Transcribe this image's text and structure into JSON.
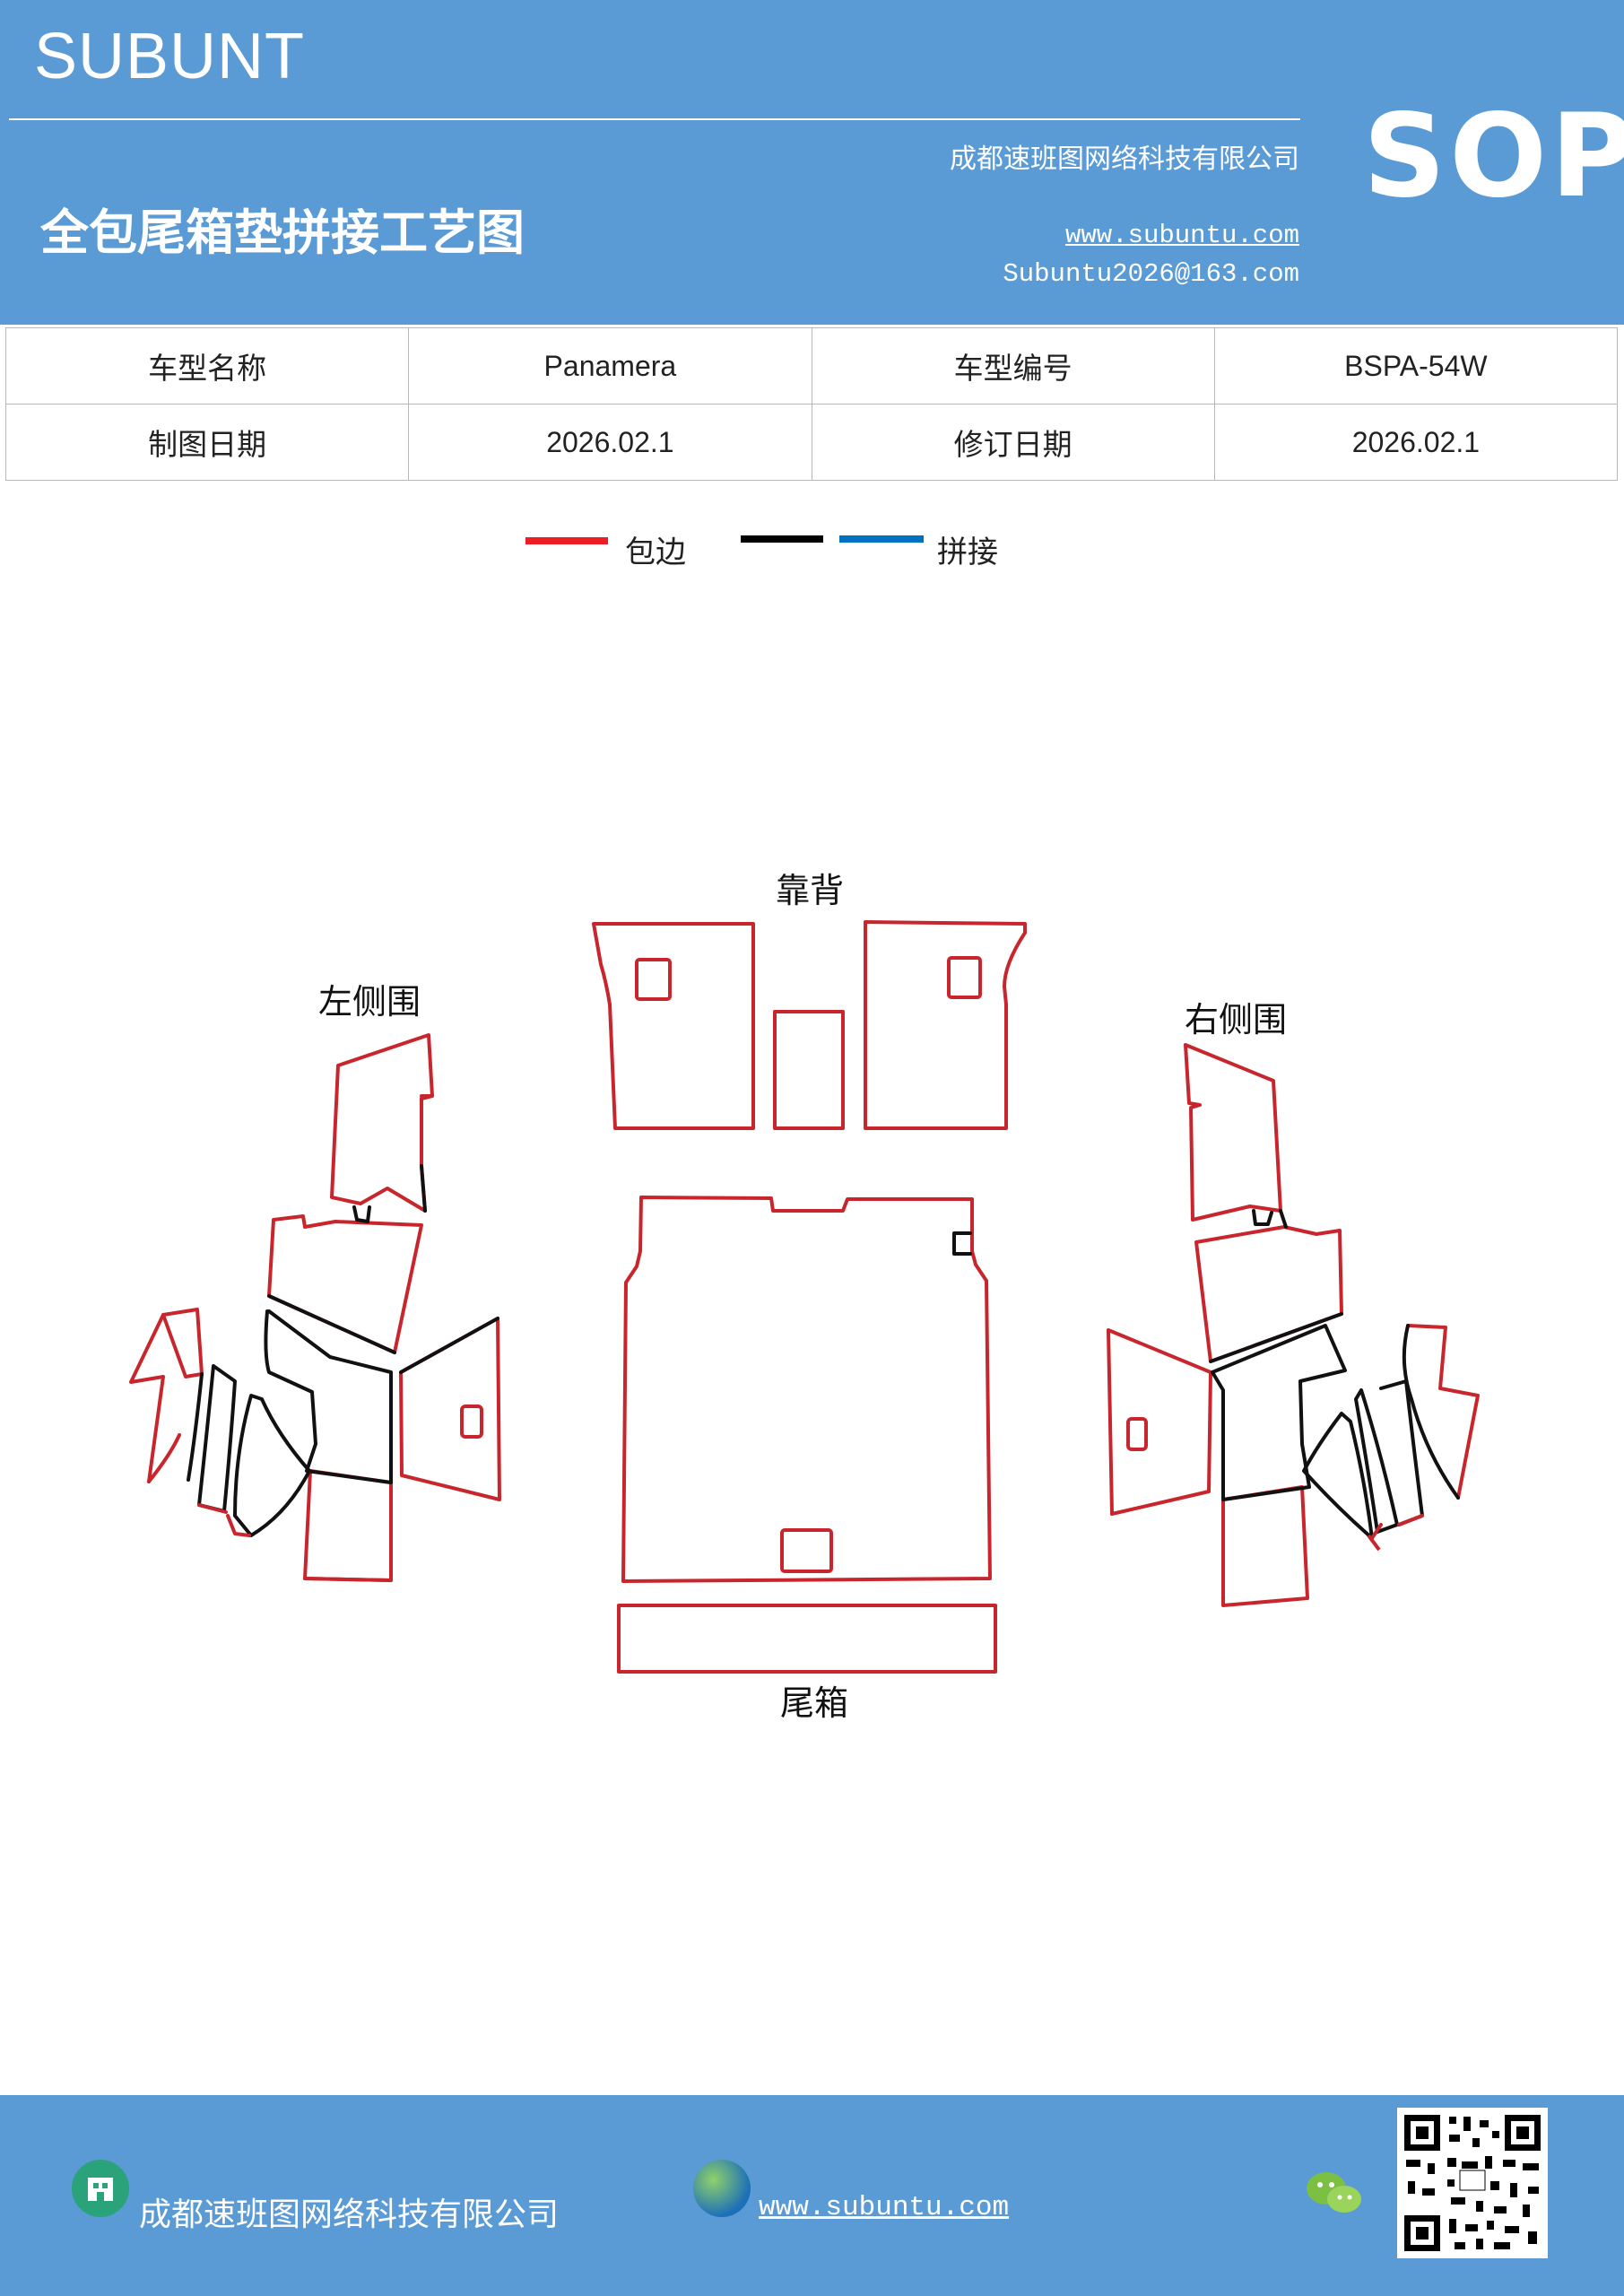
{
  "header": {
    "brand": "SUBUNT",
    "title": "全包尾箱垫拼接工艺图",
    "company": "成都速班图网络科技有限公司",
    "website": "www.subuntu.com",
    "email": "Subuntu2026@163.com",
    "badge": "SOP"
  },
  "info_table": {
    "rows": [
      [
        "车型名称",
        "Panamera",
        "车型编号",
        "BSPA-54W"
      ],
      [
        "制图日期",
        "2026.02.1",
        "修订日期",
        "2026.02.1"
      ]
    ]
  },
  "legend": {
    "hem_label": "包边",
    "splice_label": "拼接",
    "colors": {
      "hem": "#ee1c24",
      "black": "#000000",
      "blue": "#0070c0"
    }
  },
  "diagram": {
    "labels": {
      "backrest": "靠背",
      "left_side": "左侧围",
      "right_side": "右侧围",
      "trunk": "尾箱"
    },
    "colors": {
      "edge": "#c8262c",
      "seam": "#111111"
    }
  },
  "footer": {
    "company": "成都速班图网络科技有限公司",
    "website": "www.subuntu.com",
    "icons": [
      "building-icon",
      "globe-icon",
      "wechat-icon",
      "qr-code"
    ]
  }
}
